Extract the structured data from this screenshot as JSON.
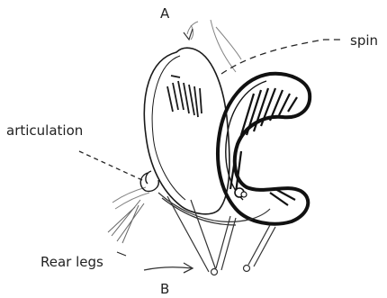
{
  "labels": {
    "a": "A",
    "spin": "spin",
    "articulation": "articulation",
    "rear_legs": "Rear legs",
    "b": "B"
  },
  "colors": {
    "ink": "#1a1a1a",
    "light_ink": "#555555",
    "background": "#ffffff"
  }
}
